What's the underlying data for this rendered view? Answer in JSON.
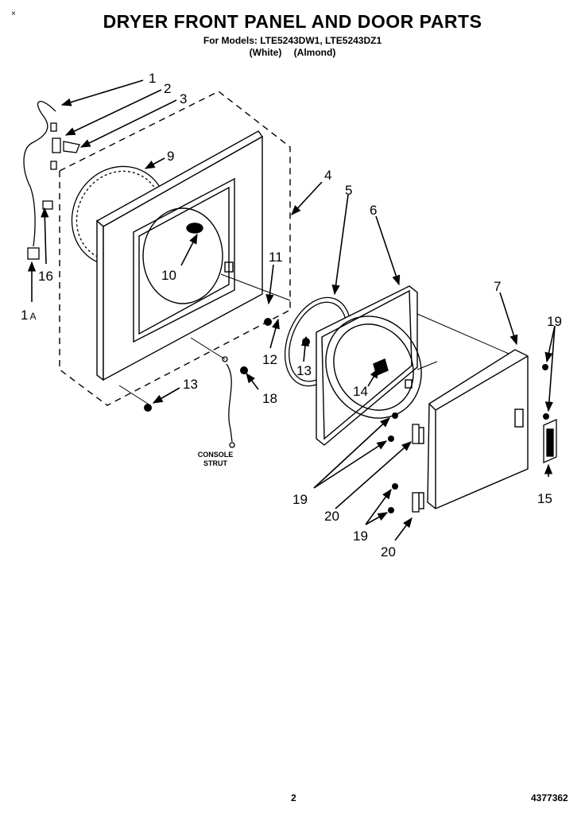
{
  "header": {
    "title": "DRYER FRONT PANEL AND DOOR PARTS",
    "models_line": "For Models: LTE5243DW1, LTE5243DZ1",
    "color_white": "(White)",
    "color_almond": "(Almond)"
  },
  "corner_mark": "×",
  "callouts": {
    "c1": "1",
    "c2": "2",
    "c3": "3",
    "c4": "4",
    "c5": "5",
    "c6": "6",
    "c7": "7",
    "c9": "9",
    "c10": "10",
    "c11": "11",
    "c12": "12",
    "c13a": "13",
    "c13b": "13",
    "c14": "14",
    "c15": "15",
    "c16": "16",
    "c18": "18",
    "c19a": "19",
    "c19b": "19",
    "c19c": "19",
    "c20a": "20",
    "c20b": "20",
    "c1a": "1",
    "c1a_suffix": "A"
  },
  "labels": {
    "console": "CONSOLE",
    "strut": "STRUT"
  },
  "footer": {
    "page": "2",
    "doc": "4377362"
  }
}
